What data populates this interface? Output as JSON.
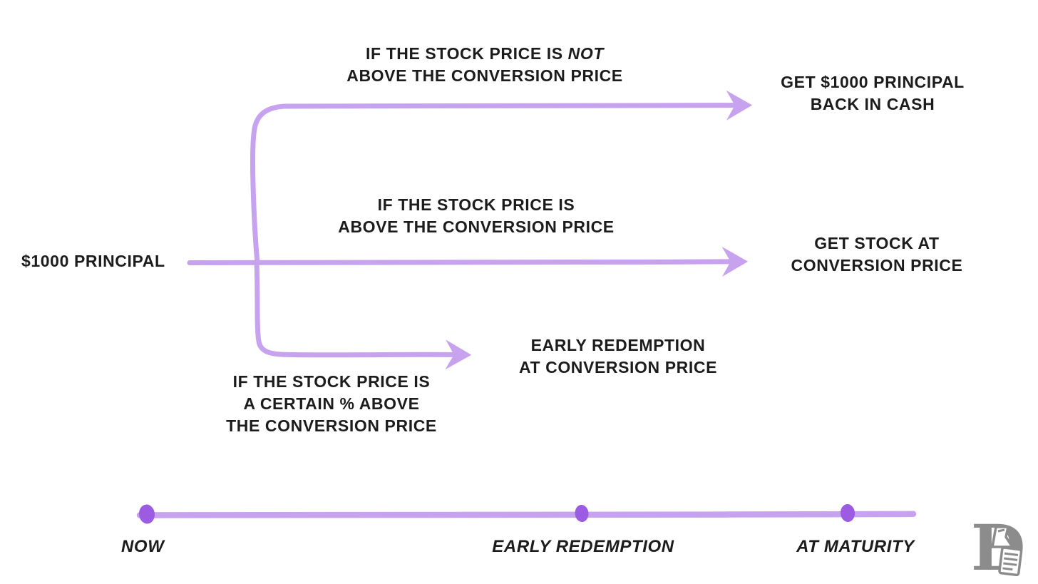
{
  "diagram": {
    "type": "flow",
    "description": "Convertible bond payoff branches over time",
    "root": {
      "label": "$1000 PRINCIPAL"
    },
    "branches": [
      {
        "id": "at-maturity-cash",
        "condition_line1": "IF THE STOCK PRICE IS ",
        "condition_line1_emphasis": "NOT",
        "condition_line2": "ABOVE THE CONVERSION PRICE",
        "outcome_line1": "GET $1000 PRINCIPAL",
        "outcome_line2": "BACK IN CASH"
      },
      {
        "id": "at-maturity-stock",
        "condition_line1": "IF THE STOCK PRICE IS",
        "condition_line2": "ABOVE THE CONVERSION PRICE",
        "outcome_line1": "GET STOCK AT",
        "outcome_line2": "CONVERSION PRICE"
      },
      {
        "id": "early-redemption",
        "condition_line1": "IF THE STOCK PRICE IS",
        "condition_line2": "A CERTAIN % ABOVE",
        "condition_line3": "THE CONVERSION PRICE",
        "outcome_line1": "EARLY REDEMPTION",
        "outcome_line2": "AT CONVERSION PRICE"
      }
    ],
    "timeline": {
      "points": [
        {
          "label": "NOW"
        },
        {
          "label": "EARLY REDEMPTION"
        },
        {
          "label": "AT MATURITY"
        }
      ]
    }
  },
  "colors": {
    "line": "#c7a3ef",
    "dot": "#9c5ce2",
    "text": "#1c1c1c",
    "logo": "#8c8c8c",
    "background": "#ffffff"
  },
  "logo": {
    "icon": "document-monogram-d-icon"
  }
}
